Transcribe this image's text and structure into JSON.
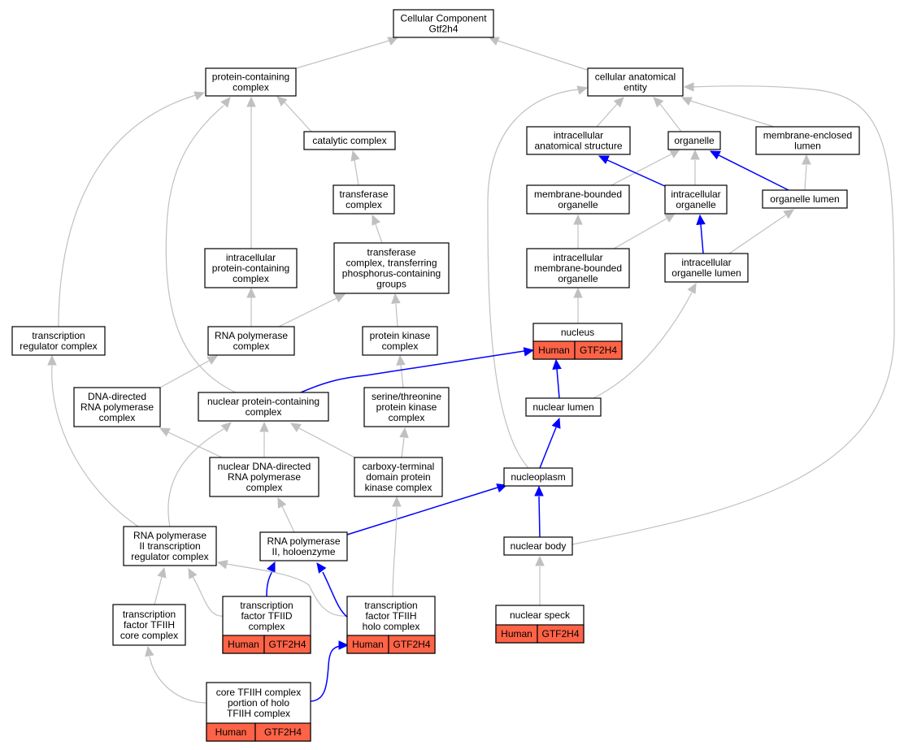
{
  "colors": {
    "gray_edge": "#c0c0c0",
    "blue_edge": "#0000ff",
    "annotation_fill": "#ff6347",
    "node_border": "#000000",
    "background": "#ffffff"
  },
  "nodes": {
    "root": {
      "lines": [
        "Cellular Component",
        "Gtf2h4"
      ]
    },
    "protein_containing_complex": {
      "lines": [
        "protein-containing",
        "complex"
      ]
    },
    "cellular_anatomical_entity": {
      "lines": [
        "cellular anatomical",
        "entity"
      ]
    },
    "catalytic_complex": {
      "lines": [
        "catalytic complex"
      ]
    },
    "intracellular_anatomical_structure": {
      "lines": [
        "intracellular",
        "anatomical structure"
      ]
    },
    "organelle": {
      "lines": [
        "organelle"
      ]
    },
    "membrane_enclosed_lumen": {
      "lines": [
        "membrane-enclosed",
        "lumen"
      ]
    },
    "transferase_complex": {
      "lines": [
        "transferase",
        "complex"
      ]
    },
    "membrane_bounded_organelle": {
      "lines": [
        "membrane-bounded",
        "organelle"
      ]
    },
    "intracellular_organelle": {
      "lines": [
        "intracellular",
        "organelle"
      ]
    },
    "organelle_lumen": {
      "lines": [
        "organelle lumen"
      ]
    },
    "intracellular_protein_containing_complex": {
      "lines": [
        "intracellular",
        "protein-containing",
        "complex"
      ]
    },
    "transferase_complex_phosphorus": {
      "lines": [
        "transferase",
        "complex, transferring",
        "phosphorus-containing",
        "groups"
      ]
    },
    "intracellular_membrane_bounded_organelle": {
      "lines": [
        "intracellular",
        "membrane-bounded",
        "organelle"
      ]
    },
    "intracellular_organelle_lumen": {
      "lines": [
        "intracellular",
        "organelle lumen"
      ]
    },
    "transcription_regulator_complex": {
      "lines": [
        "transcription",
        "regulator complex"
      ]
    },
    "rna_polymerase_complex": {
      "lines": [
        "RNA polymerase",
        "complex"
      ]
    },
    "protein_kinase_complex": {
      "lines": [
        "protein kinase",
        "complex"
      ]
    },
    "nucleus": {
      "lines": [
        "nucleus"
      ],
      "annotation": [
        "Human",
        "GTF2H4"
      ]
    },
    "dna_directed_rna_polymerase_complex": {
      "lines": [
        "DNA-directed",
        "RNA polymerase",
        "complex"
      ]
    },
    "nuclear_protein_containing_complex": {
      "lines": [
        "nuclear protein-containing",
        "complex"
      ]
    },
    "serine_threonine_protein_kinase_complex": {
      "lines": [
        "serine/threonine",
        "protein kinase",
        "complex"
      ]
    },
    "nuclear_lumen": {
      "lines": [
        "nuclear lumen"
      ]
    },
    "nuclear_dna_directed_rna_polymerase_complex": {
      "lines": [
        "nuclear DNA-directed",
        "RNA polymerase",
        "complex"
      ]
    },
    "carboxy_terminal_domain_protein_kinase_complex": {
      "lines": [
        "carboxy-terminal",
        "domain protein",
        "kinase complex"
      ]
    },
    "nucleoplasm": {
      "lines": [
        "nucleoplasm"
      ]
    },
    "rna_polymerase_ii_transcription_regulator_complex": {
      "lines": [
        "RNA polymerase",
        "II transcription",
        "regulator complex"
      ]
    },
    "rna_polymerase_ii_holoenzyme": {
      "lines": [
        "RNA polymerase",
        "II, holoenzyme"
      ]
    },
    "nuclear_body": {
      "lines": [
        "nuclear body"
      ]
    },
    "transcription_factor_tfiih_core_complex": {
      "lines": [
        "transcription",
        "factor TFIIH",
        "core complex"
      ]
    },
    "transcription_factor_tfiid_complex": {
      "lines": [
        "transcription",
        "factor TFIID",
        "complex"
      ],
      "annotation": [
        "Human",
        "GTF2H4"
      ]
    },
    "transcription_factor_tfiih_holo_complex": {
      "lines": [
        "transcription",
        "factor TFIIH",
        "holo complex"
      ],
      "annotation": [
        "Human",
        "GTF2H4"
      ]
    },
    "nuclear_speck": {
      "lines": [
        "nuclear speck"
      ],
      "annotation": [
        "Human",
        "GTF2H4"
      ]
    },
    "core_tfiih_complex_portion_of_holo_tfiih_complex": {
      "lines": [
        "core TFIIH complex",
        "portion of holo",
        "TFIIH complex"
      ],
      "annotation": [
        "Human",
        "GTF2H4"
      ]
    }
  },
  "edges": [
    {
      "from": "protein_containing_complex",
      "to": "root",
      "style": "gray"
    },
    {
      "from": "cellular_anatomical_entity",
      "to": "root",
      "style": "gray"
    },
    {
      "from": "catalytic_complex",
      "to": "protein_containing_complex",
      "style": "gray"
    },
    {
      "from": "intracellular_protein_containing_complex",
      "to": "protein_containing_complex",
      "style": "gray"
    },
    {
      "from": "transcription_regulator_complex",
      "to": "protein_containing_complex",
      "style": "gray"
    },
    {
      "from": "nuclear_protein_containing_complex",
      "to": "protein_containing_complex",
      "style": "gray"
    },
    {
      "from": "intracellular_anatomical_structure",
      "to": "cellular_anatomical_entity",
      "style": "gray"
    },
    {
      "from": "organelle",
      "to": "cellular_anatomical_entity",
      "style": "gray"
    },
    {
      "from": "membrane_enclosed_lumen",
      "to": "cellular_anatomical_entity",
      "style": "gray"
    },
    {
      "from": "nucleoplasm",
      "to": "cellular_anatomical_entity",
      "style": "gray"
    },
    {
      "from": "nuclear_body",
      "to": "cellular_anatomical_entity",
      "style": "gray"
    },
    {
      "from": "transferase_complex",
      "to": "catalytic_complex",
      "style": "gray"
    },
    {
      "from": "transferase_complex_phosphorus",
      "to": "transferase_complex",
      "style": "gray"
    },
    {
      "from": "membrane_bounded_organelle",
      "to": "organelle",
      "style": "gray"
    },
    {
      "from": "intracellular_organelle",
      "to": "organelle",
      "style": "gray"
    },
    {
      "from": "intracellular_organelle",
      "to": "intracellular_anatomical_structure",
      "style": "blue"
    },
    {
      "from": "organelle_lumen",
      "to": "organelle",
      "style": "blue"
    },
    {
      "from": "organelle_lumen",
      "to": "membrane_enclosed_lumen",
      "style": "gray"
    },
    {
      "from": "intracellular_membrane_bounded_organelle",
      "to": "membrane_bounded_organelle",
      "style": "gray"
    },
    {
      "from": "intracellular_membrane_bounded_organelle",
      "to": "intracellular_organelle",
      "style": "gray"
    },
    {
      "from": "intracellular_organelle_lumen",
      "to": "intracellular_organelle",
      "style": "blue"
    },
    {
      "from": "intracellular_organelle_lumen",
      "to": "organelle_lumen",
      "style": "gray"
    },
    {
      "from": "rna_polymerase_complex",
      "to": "intracellular_protein_containing_complex",
      "style": "gray"
    },
    {
      "from": "rna_polymerase_complex",
      "to": "transferase_complex_phosphorus",
      "style": "gray"
    },
    {
      "from": "protein_kinase_complex",
      "to": "transferase_complex_phosphorus",
      "style": "gray"
    },
    {
      "from": "nucleus",
      "to": "intracellular_membrane_bounded_organelle",
      "style": "gray"
    },
    {
      "from": "dna_directed_rna_polymerase_complex",
      "to": "rna_polymerase_complex",
      "style": "gray"
    },
    {
      "from": "serine_threonine_protein_kinase_complex",
      "to": "protein_kinase_complex",
      "style": "gray"
    },
    {
      "from": "nuclear_protein_containing_complex",
      "to": "nucleus",
      "style": "blue"
    },
    {
      "from": "nuclear_lumen",
      "to": "nucleus",
      "style": "blue"
    },
    {
      "from": "nuclear_lumen",
      "to": "intracellular_organelle_lumen",
      "style": "gray"
    },
    {
      "from": "nuclear_dna_directed_rna_polymerase_complex",
      "to": "dna_directed_rna_polymerase_complex",
      "style": "gray"
    },
    {
      "from": "nuclear_dna_directed_rna_polymerase_complex",
      "to": "nuclear_protein_containing_complex",
      "style": "gray"
    },
    {
      "from": "carboxy_terminal_domain_protein_kinase_complex",
      "to": "nuclear_protein_containing_complex",
      "style": "gray"
    },
    {
      "from": "carboxy_terminal_domain_protein_kinase_complex",
      "to": "serine_threonine_protein_kinase_complex",
      "style": "gray"
    },
    {
      "from": "nucleoplasm",
      "to": "nuclear_lumen",
      "style": "blue"
    },
    {
      "from": "rna_polymerase_ii_transcription_regulator_complex",
      "to": "transcription_regulator_complex",
      "style": "gray"
    },
    {
      "from": "rna_polymerase_ii_transcription_regulator_complex",
      "to": "nuclear_protein_containing_complex",
      "style": "gray"
    },
    {
      "from": "rna_polymerase_ii_holoenzyme",
      "to": "nuclear_dna_directed_rna_polymerase_complex",
      "style": "gray"
    },
    {
      "from": "rna_polymerase_ii_holoenzyme",
      "to": "nucleoplasm",
      "style": "blue"
    },
    {
      "from": "nuclear_body",
      "to": "nucleoplasm",
      "style": "blue"
    },
    {
      "from": "transcription_factor_tfiih_core_complex",
      "to": "rna_polymerase_ii_transcription_regulator_complex",
      "style": "gray"
    },
    {
      "from": "transcription_factor_tfiid_complex",
      "to": "rna_polymerase_ii_transcription_regulator_complex",
      "style": "gray"
    },
    {
      "from": "transcription_factor_tfiid_complex",
      "to": "rna_polymerase_ii_holoenzyme",
      "style": "blue"
    },
    {
      "from": "transcription_factor_tfiih_holo_complex",
      "to": "rna_polymerase_ii_transcription_regulator_complex",
      "style": "gray"
    },
    {
      "from": "transcription_factor_tfiih_holo_complex",
      "to": "rna_polymerase_ii_holoenzyme",
      "style": "blue"
    },
    {
      "from": "transcription_factor_tfiih_holo_complex",
      "to": "carboxy_terminal_domain_protein_kinase_complex",
      "style": "gray"
    },
    {
      "from": "nuclear_speck",
      "to": "nuclear_body",
      "style": "gray"
    },
    {
      "from": "core_tfiih_complex_portion_of_holo_tfiih_complex",
      "to": "transcription_factor_tfiih_core_complex",
      "style": "gray"
    },
    {
      "from": "core_tfiih_complex_portion_of_holo_tfiih_complex",
      "to": "transcription_factor_tfiih_holo_complex",
      "style": "blue"
    }
  ]
}
